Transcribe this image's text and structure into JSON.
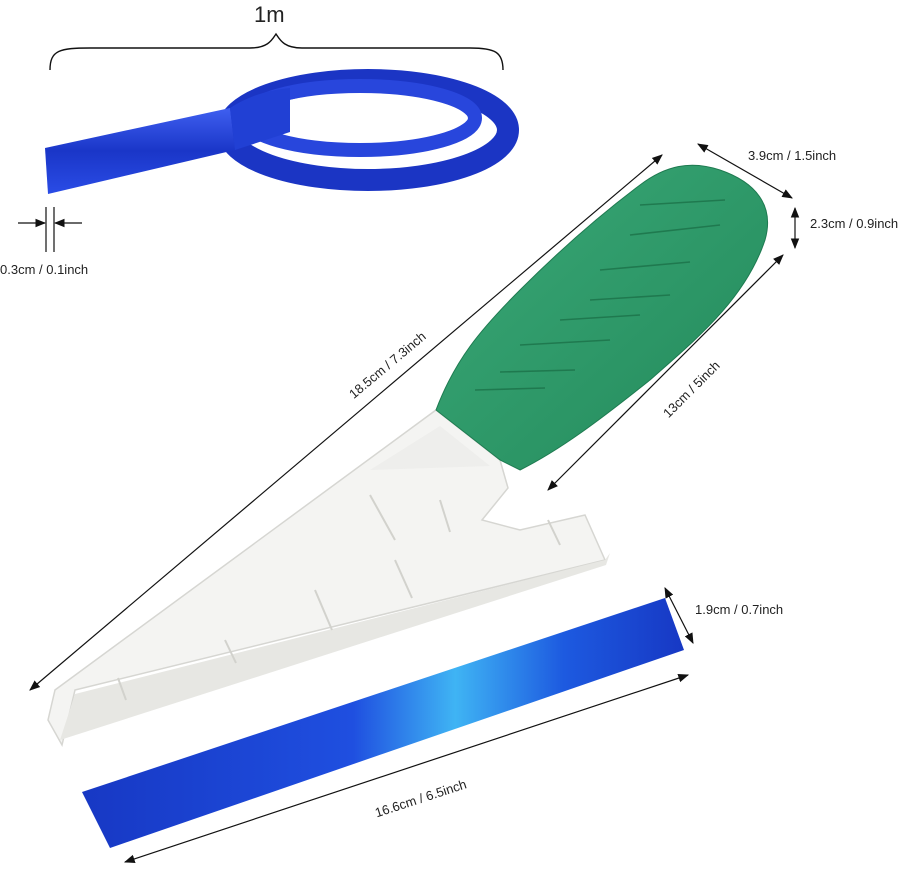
{
  "dimensions": {
    "tape_length": "1m",
    "tape_thickness": "0.3cm / 0.1inch",
    "handle_width": "3.9cm / 1.5inch",
    "handle_thickness": "2.3cm / 0.9inch",
    "total_length": "18.5cm / 7.3inch",
    "handle_length": "13cm / 5inch",
    "blade_width": "1.9cm / 0.7inch",
    "blade_length": "16.6cm / 6.5inch"
  },
  "colors": {
    "tape_blue": "#1f3fd8",
    "handle_green": "#2e9a6a",
    "scraper_white": "#f4f4f2",
    "blade_blue": "#1b46d6",
    "line": "#111111"
  }
}
